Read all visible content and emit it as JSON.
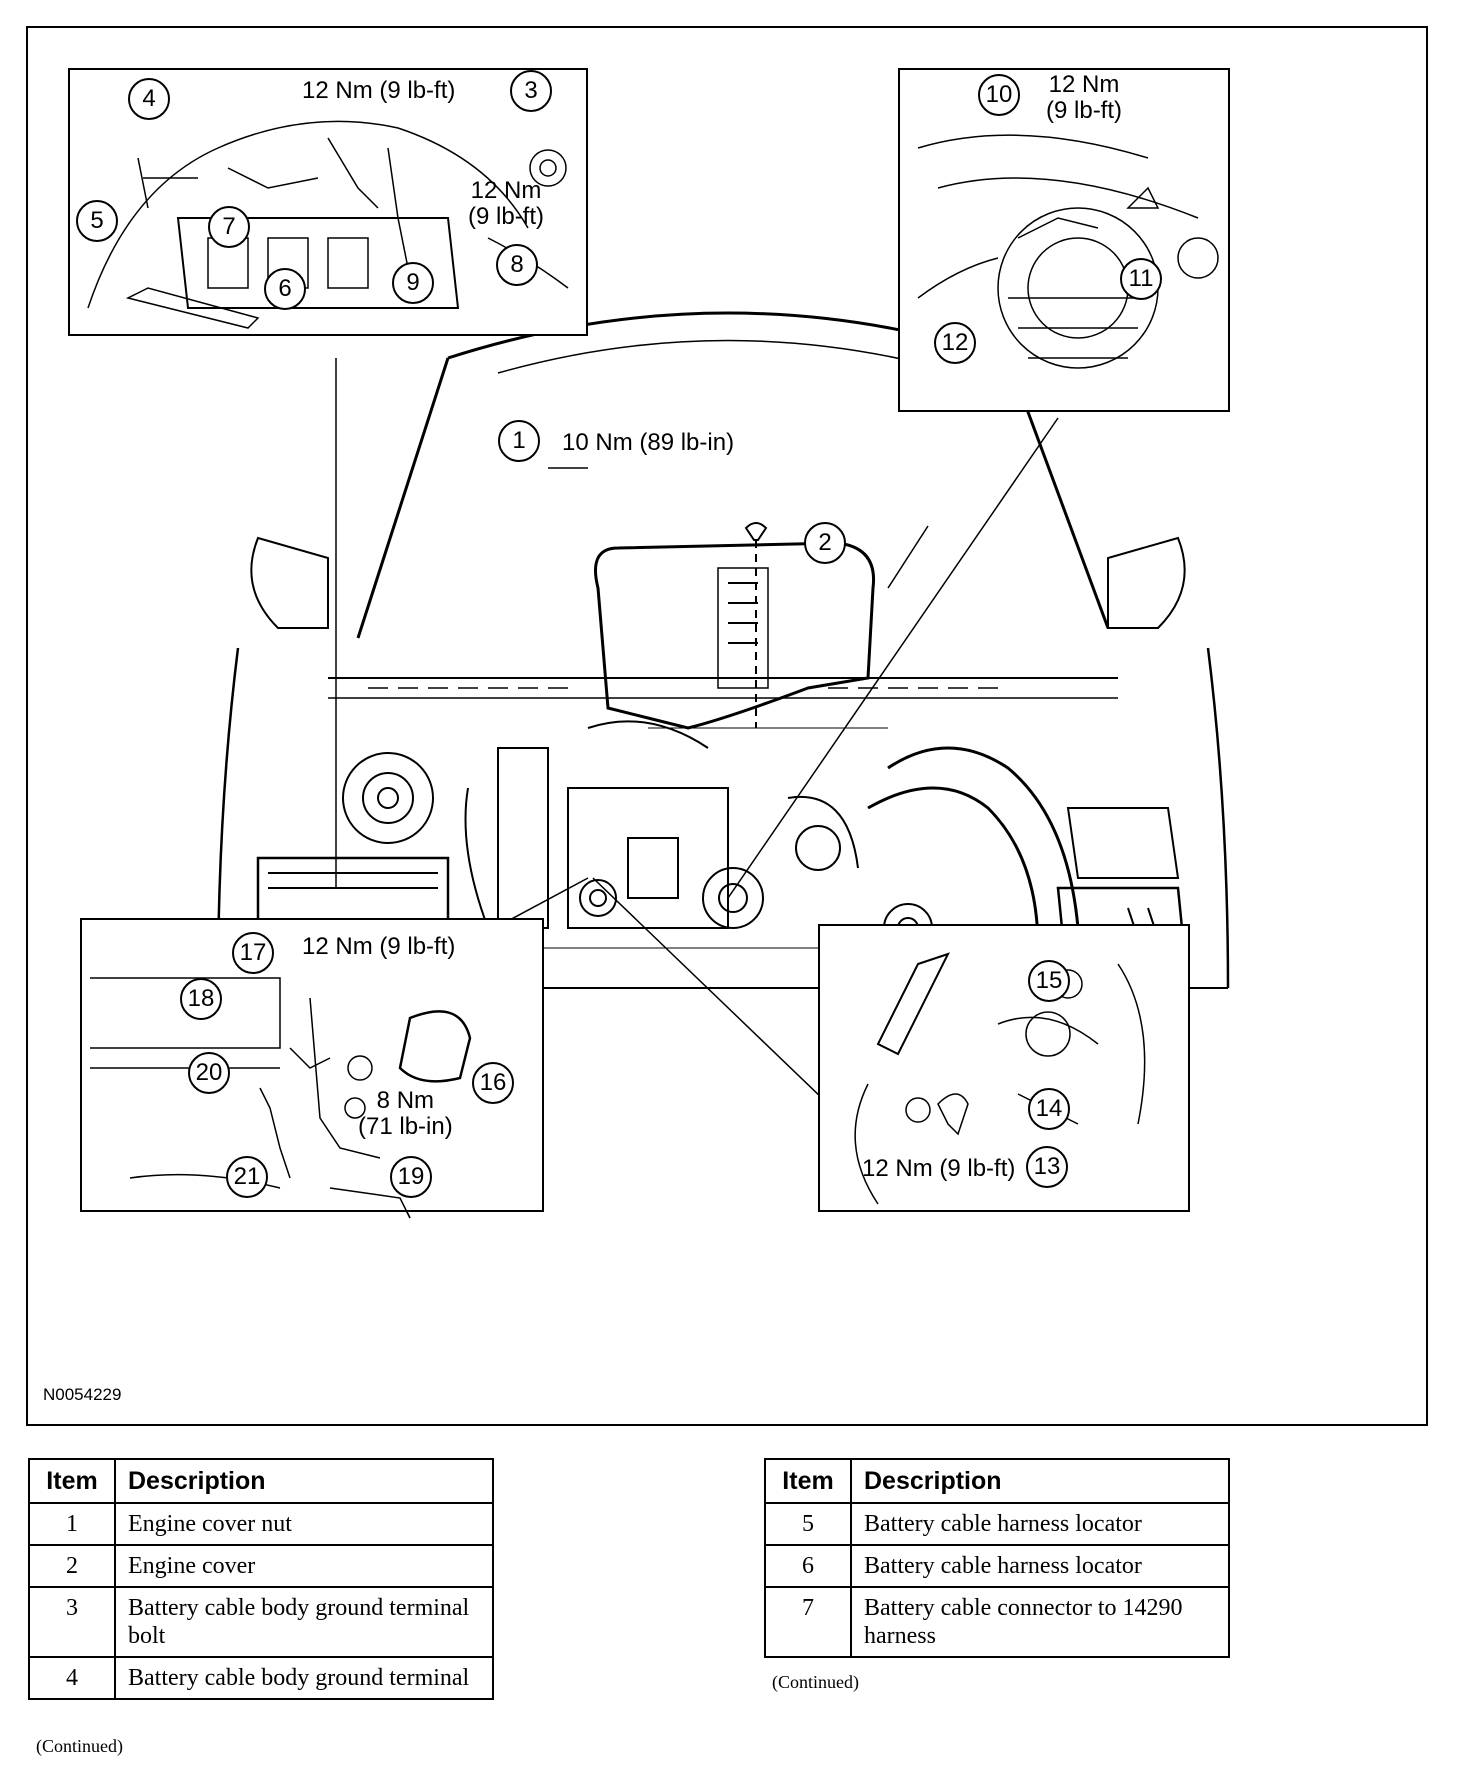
{
  "figure": {
    "id": "N0054229",
    "callouts": {
      "c1": "1",
      "c2": "2",
      "c3": "3",
      "c4": "4",
      "c5": "5",
      "c6": "6",
      "c7": "7",
      "c8": "8",
      "c9": "9",
      "c10": "10",
      "c11": "11",
      "c12": "12",
      "c13": "13",
      "c14": "14",
      "c15": "15",
      "c16": "16",
      "c17": "17",
      "c18": "18",
      "c19": "19",
      "c20": "20",
      "c21": "21"
    },
    "torque": {
      "t1": "10 Nm (89 lb-in)",
      "t3": "12 Nm (9 lb-ft)",
      "t8": "12 Nm\n(9 lb-ft)",
      "t10": "12 Nm\n(9 lb-ft)",
      "t17": "12 Nm (9 lb-ft)",
      "t19": "8 Nm\n(71 lb-in)",
      "t13": "12 Nm (9 lb-ft)"
    }
  },
  "legend_left": {
    "header_item": "Item",
    "header_description": "Description",
    "rows": [
      {
        "item": "1",
        "description": "Engine cover nut"
      },
      {
        "item": "2",
        "description": "Engine cover"
      },
      {
        "item": "3",
        "description": "Battery cable body ground terminal bolt"
      },
      {
        "item": "4",
        "description": "Battery cable body ground terminal"
      }
    ],
    "continued": "(Continued)"
  },
  "legend_right": {
    "header_item": "Item",
    "header_description": "Description",
    "rows": [
      {
        "item": "5",
        "description": "Battery cable harness locator"
      },
      {
        "item": "6",
        "description": "Battery cable harness locator"
      },
      {
        "item": "7",
        "description": "Battery cable connector to 14290 harness"
      }
    ],
    "continued": "(Continued)"
  }
}
